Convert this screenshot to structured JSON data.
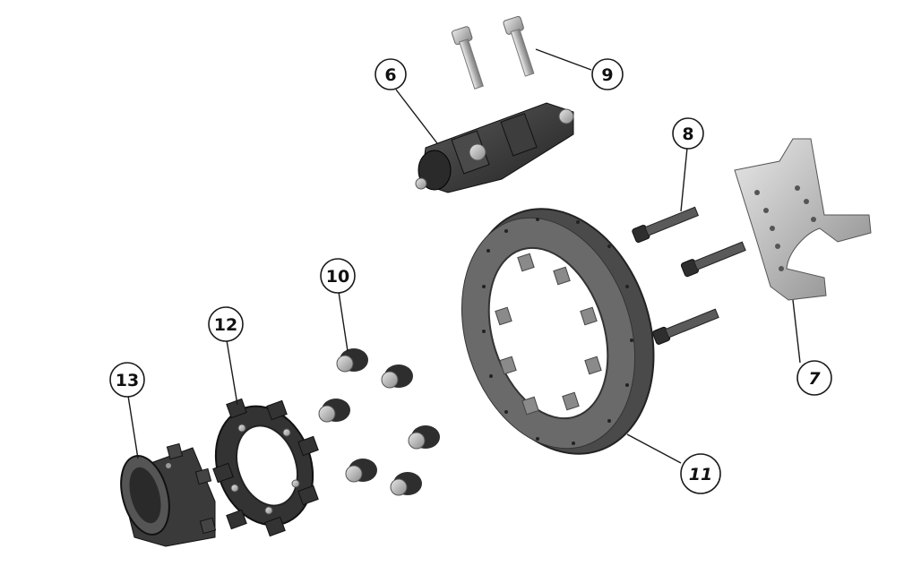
{
  "colors": {
    "part_dark": "#3a3a3a",
    "part_mid": "#6e6e6e",
    "part_light": "#b8b8b8",
    "part_silver": "#cfcfcf",
    "callout_stroke": "#1a1a1a",
    "background": "#ffffff"
  },
  "callouts": [
    {
      "id": "c6",
      "label": "6"
    },
    {
      "id": "c9",
      "label": "9"
    },
    {
      "id": "c8",
      "label": "8"
    },
    {
      "id": "c10",
      "label": "10"
    },
    {
      "id": "c12",
      "label": "12"
    },
    {
      "id": "c13",
      "label": "13"
    },
    {
      "id": "c7",
      "label": "7"
    },
    {
      "id": "c11",
      "label": "11"
    }
  ]
}
